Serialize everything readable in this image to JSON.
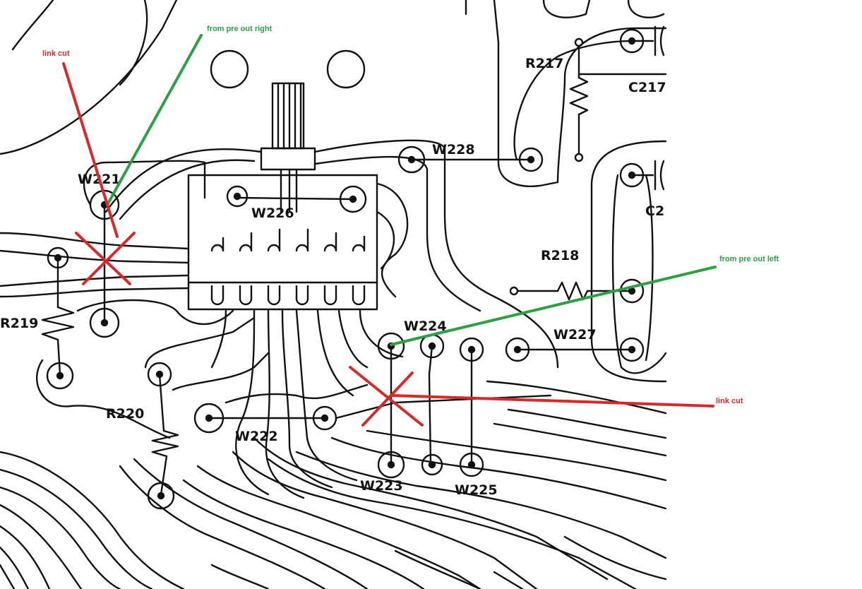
{
  "diagram": {
    "components": {
      "w221": "W221",
      "w226": "W226",
      "w228": "W228",
      "r217": "R217",
      "c217": "C217",
      "c2": "C2",
      "r218": "R218",
      "r219": "R219",
      "r220": "R220",
      "w224": "W224",
      "w227": "W227",
      "w222": "W222",
      "w223": "W223",
      "w225": "W225"
    },
    "annotations": {
      "link_cut_left": "link cut",
      "link_cut_right": "link cut",
      "pre_out_right": "from pre out right",
      "pre_out_left": "from pre out left"
    },
    "colors": {
      "cut": "#d42a2a",
      "signal": "#2ea043",
      "ink": "#111111"
    }
  }
}
